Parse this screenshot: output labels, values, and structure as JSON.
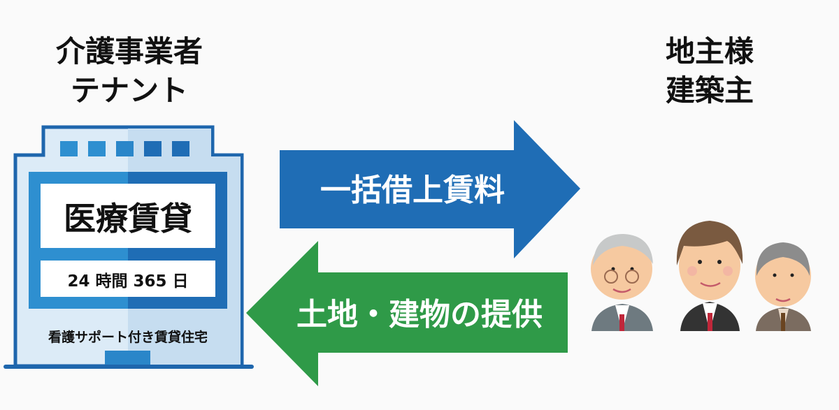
{
  "left_title": {
    "line1": "介護事業者",
    "line2": "テナント"
  },
  "right_title": {
    "line1": "地主様",
    "line2": "建築主"
  },
  "building": {
    "sign_main": "医療賃貸",
    "sign_sub": "24 時間 365 日",
    "caption": "看護サポート付き賃貸住宅"
  },
  "arrows": {
    "to_owner": {
      "label": "一括借上賃料",
      "color": "#1f6db5"
    },
    "to_tenant": {
      "label": "土地・建物の提供",
      "color": "#2f9a48"
    }
  },
  "people_icon": "three-businessmen-icon"
}
